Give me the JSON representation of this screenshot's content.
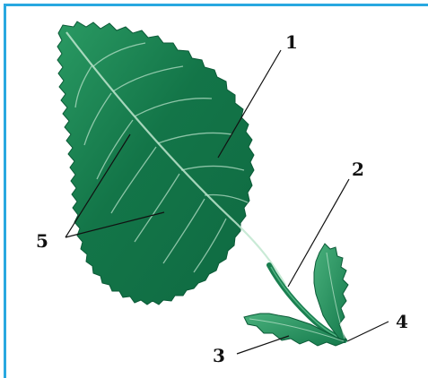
{
  "figure": {
    "colors": {
      "frame": "#29a8e0",
      "leaf_dark": "#0f6a42",
      "leaf_mid": "#1f8a5a",
      "leaf_light": "#49b07c",
      "vein": "#bfe6cf",
      "leader_line": "#111111"
    },
    "labels": {
      "l1": "1",
      "l2": "2",
      "l3": "3",
      "l4": "4",
      "l5": "5"
    }
  }
}
